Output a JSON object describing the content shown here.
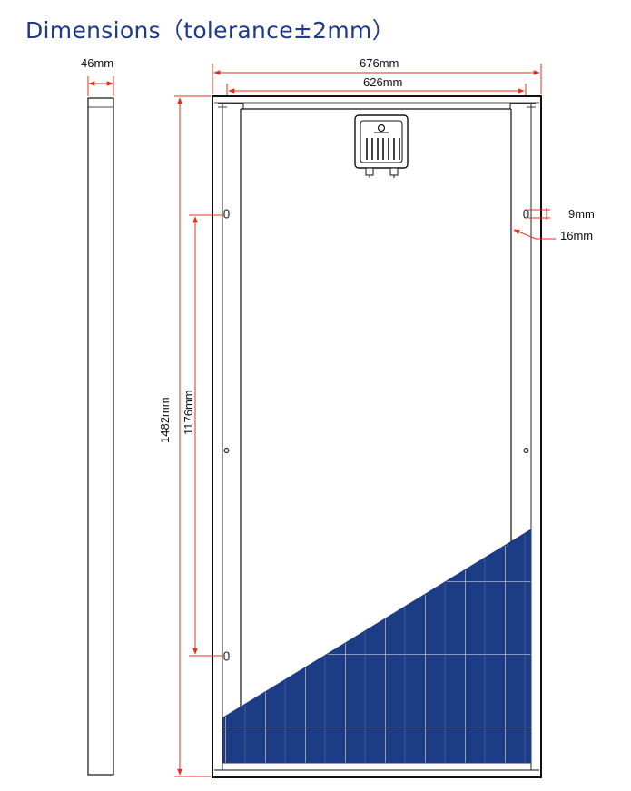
{
  "title": "Dimensions（tolerance±2mm）",
  "labels": {
    "thickness": "46mm",
    "overall_width": "676mm",
    "inner_width": "626mm",
    "overall_height": "1482mm",
    "mount_hole_spacing": "1176mm",
    "hole_width": "9mm",
    "hole_offset": "16mm"
  },
  "colors": {
    "dimension": "#e0301e",
    "cell": "#1d3c86",
    "frame": "#111111",
    "title": "#1e3a8a"
  }
}
